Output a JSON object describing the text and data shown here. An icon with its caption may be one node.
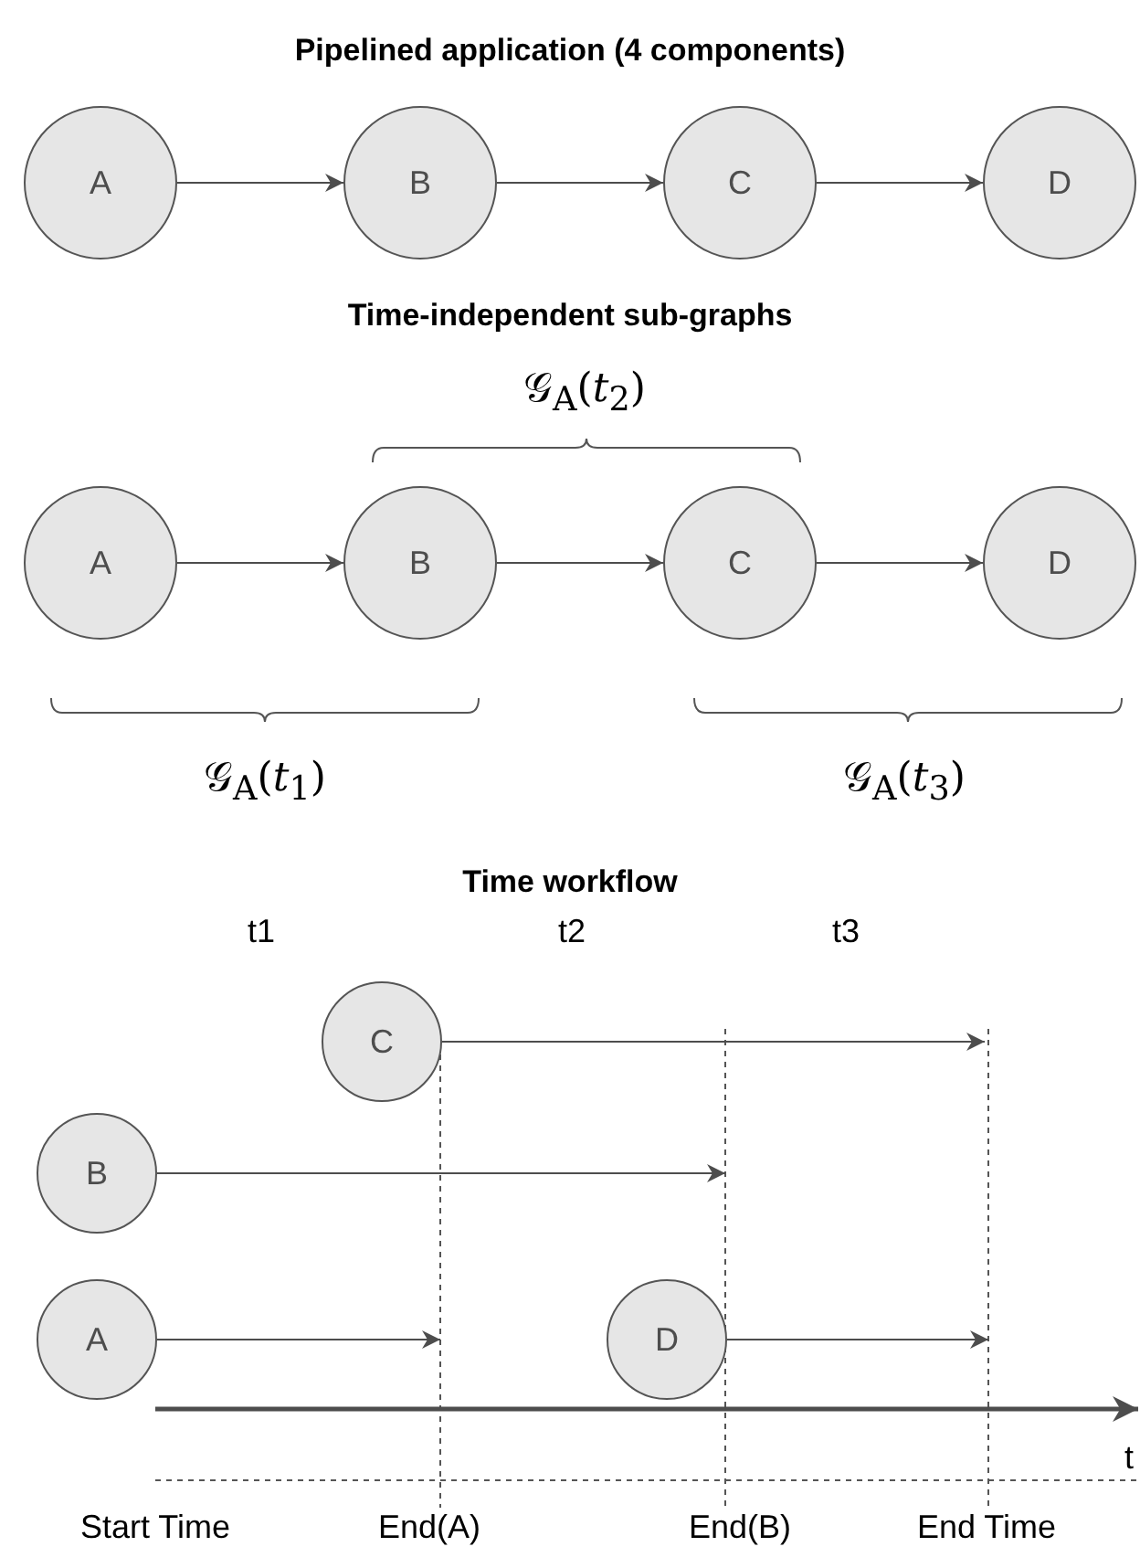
{
  "diagram": {
    "title": "Pipelined application (4 components)",
    "nodes": [
      {
        "text": [
          "A"
        ]
      },
      {
        "text": [
          "B"
        ]
      },
      {
        "text": [
          "C"
        ]
      },
      {
        "text": [
          "D"
        ]
      },
      {
        "text": [
          "A"
        ]
      },
      {
        "text": [
          "B"
        ]
      },
      {
        "text": [
          "C"
        ]
      },
      {
        "text": [
          "D"
        ]
      },
      {
        "text": [
          "C"
        ]
      },
      {
        "text": [
          "B"
        ]
      },
      {
        "text": [
          "A"
        ]
      },
      {
        "text": [
          "D"
        ]
      }
    ],
    "edges": [
      {
        "from": 0,
        "to": 1,
        "arrow": "to"
      },
      {
        "from": 1,
        "to": 2,
        "arrow": "to"
      },
      {
        "from": 2,
        "to": 3,
        "arrow": "to"
      },
      {
        "from": 4,
        "to": 5,
        "arrow": "to"
      },
      {
        "from": 5,
        "to": 6,
        "arrow": "to"
      },
      {
        "from": 6,
        "to": 7,
        "arrow": "to"
      },
      {
        "from": 8,
        "to": null,
        "arrow": "to"
      },
      {
        "from": 9,
        "to": null,
        "arrow": "to"
      },
      {
        "from": 10,
        "to": null,
        "arrow": "to"
      },
      {
        "from": 11,
        "to": null,
        "arrow": "to"
      }
    ],
    "labels": [
      "Time-independent sub-graphs",
      "𝒢$_{A}$(*t*$_{2}$)",
      "𝒢$_{A}$(*t*$_{1}$)",
      "𝒢$_{A}$(*t*$_{3}$)",
      "Time workflow",
      "t1",
      "t2",
      "t3",
      "t",
      "Start Time",
      "End(A)",
      "End(B)",
      "End Time"
    ]
  }
}
